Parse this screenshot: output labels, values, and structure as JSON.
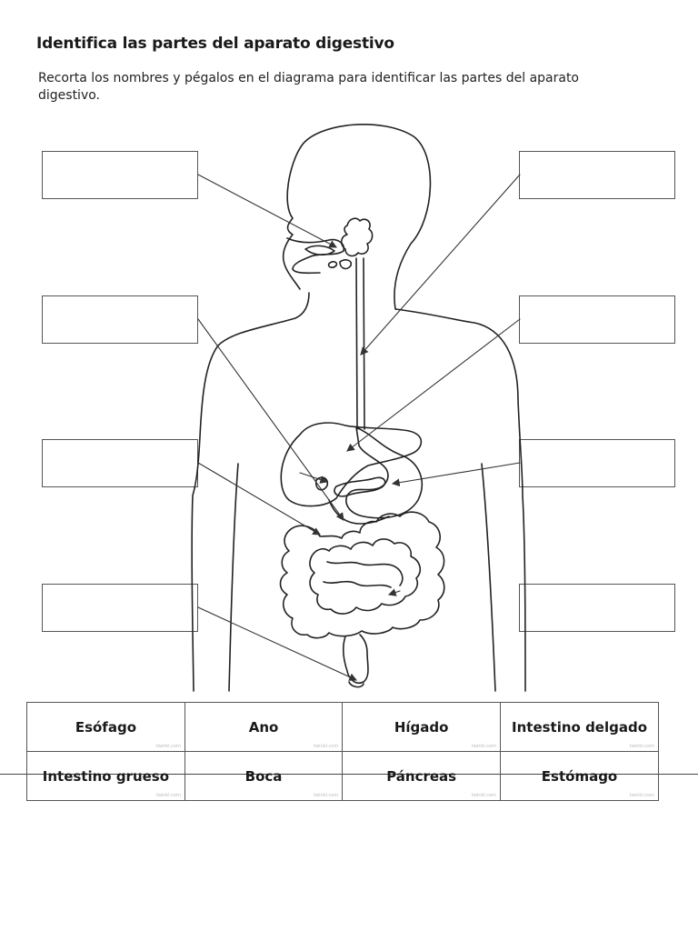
{
  "worksheet": {
    "title": "Identifica las partes del aparato digestivo",
    "instructions": "Recorta los nombres y pégalos en el diagrama para identificar las partes del aparato digestivo."
  },
  "word_bank": {
    "rows": [
      [
        {
          "label": "Esófago",
          "watermark": "twinkl.com"
        },
        {
          "label": "Ano",
          "watermark": "twinkl.com"
        },
        {
          "label": "Hígado",
          "watermark": "twinkl.com"
        },
        {
          "label": "Intestino delgado",
          "watermark": "twinkl.com"
        }
      ],
      [
        {
          "label": "Intestino grueso",
          "watermark": "twinkl.com"
        },
        {
          "label": "Boca",
          "watermark": "twinkl.com"
        },
        {
          "label": "Páncreas",
          "watermark": "twinkl.com"
        },
        {
          "label": "Estómago",
          "watermark": "twinkl.com"
        }
      ]
    ]
  }
}
